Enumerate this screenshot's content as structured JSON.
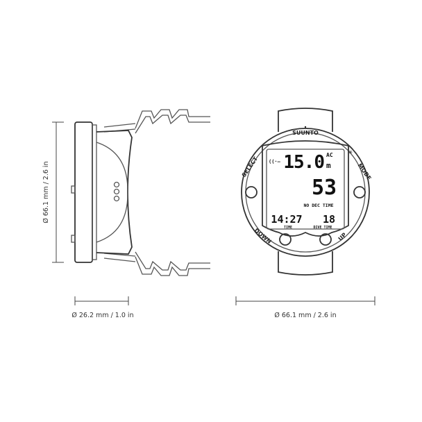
{
  "dimensions": {
    "side_height": "Ø 66.1 mm / 2.6 in",
    "side_depth": "Ø 26.2 mm / 1.0 in",
    "front_width": "Ø 66.1 mm / 2.6 in"
  },
  "device": {
    "brand": "SUUNTO",
    "buttons": {
      "select": "SELECT",
      "mode": "MODE",
      "down": "DOWN",
      "up": "UP"
    },
    "display": {
      "depth": "15.0",
      "depth_mode": "AC",
      "depth_unit": "m",
      "no_dec_time_value": "53",
      "no_dec_time_label": "NO DEC TIME",
      "time_value": "14:27",
      "time_label": "TIME",
      "dive_time_value": "18",
      "dive_time_label": "DIVE TIME"
    }
  }
}
